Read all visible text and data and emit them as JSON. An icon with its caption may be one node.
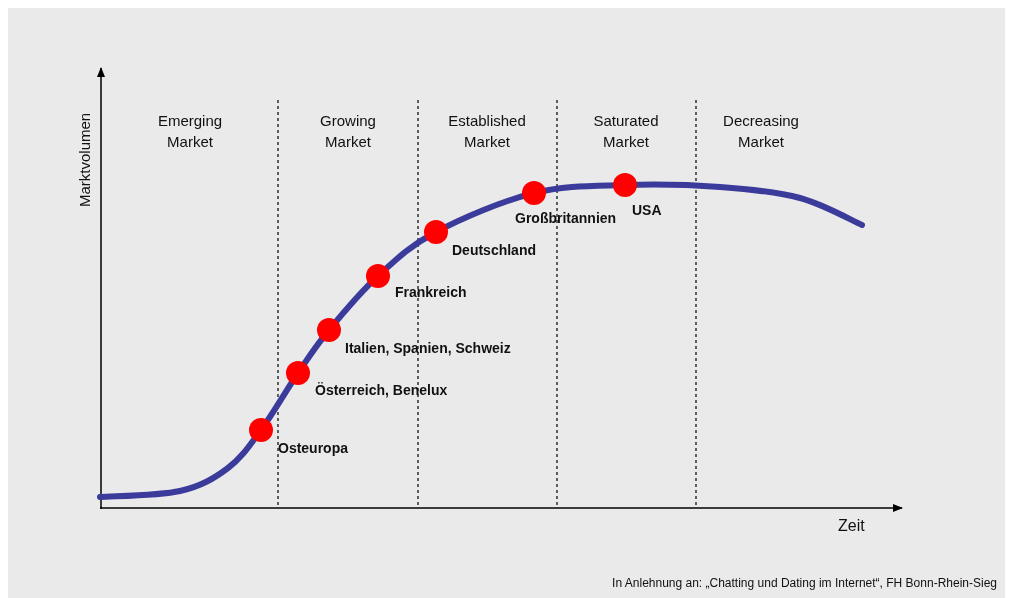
{
  "diagram": {
    "caption": "In Anlehnung an: „Chatting und Dating im Internet“, FH Bonn-Rhein-Sieg",
    "labels": [
      "Marktvolumen",
      "Emerging Market",
      "Growing Market",
      "Established Market",
      "Saturated Market",
      "Decreasing Market",
      "Großbritannien",
      "USA",
      "Deutschland",
      "Frankreich",
      "Italien, Spanien, Schweiz",
      "Österreich, Benelux",
      "Osteuropa",
      "Zeit"
    ]
  }
}
